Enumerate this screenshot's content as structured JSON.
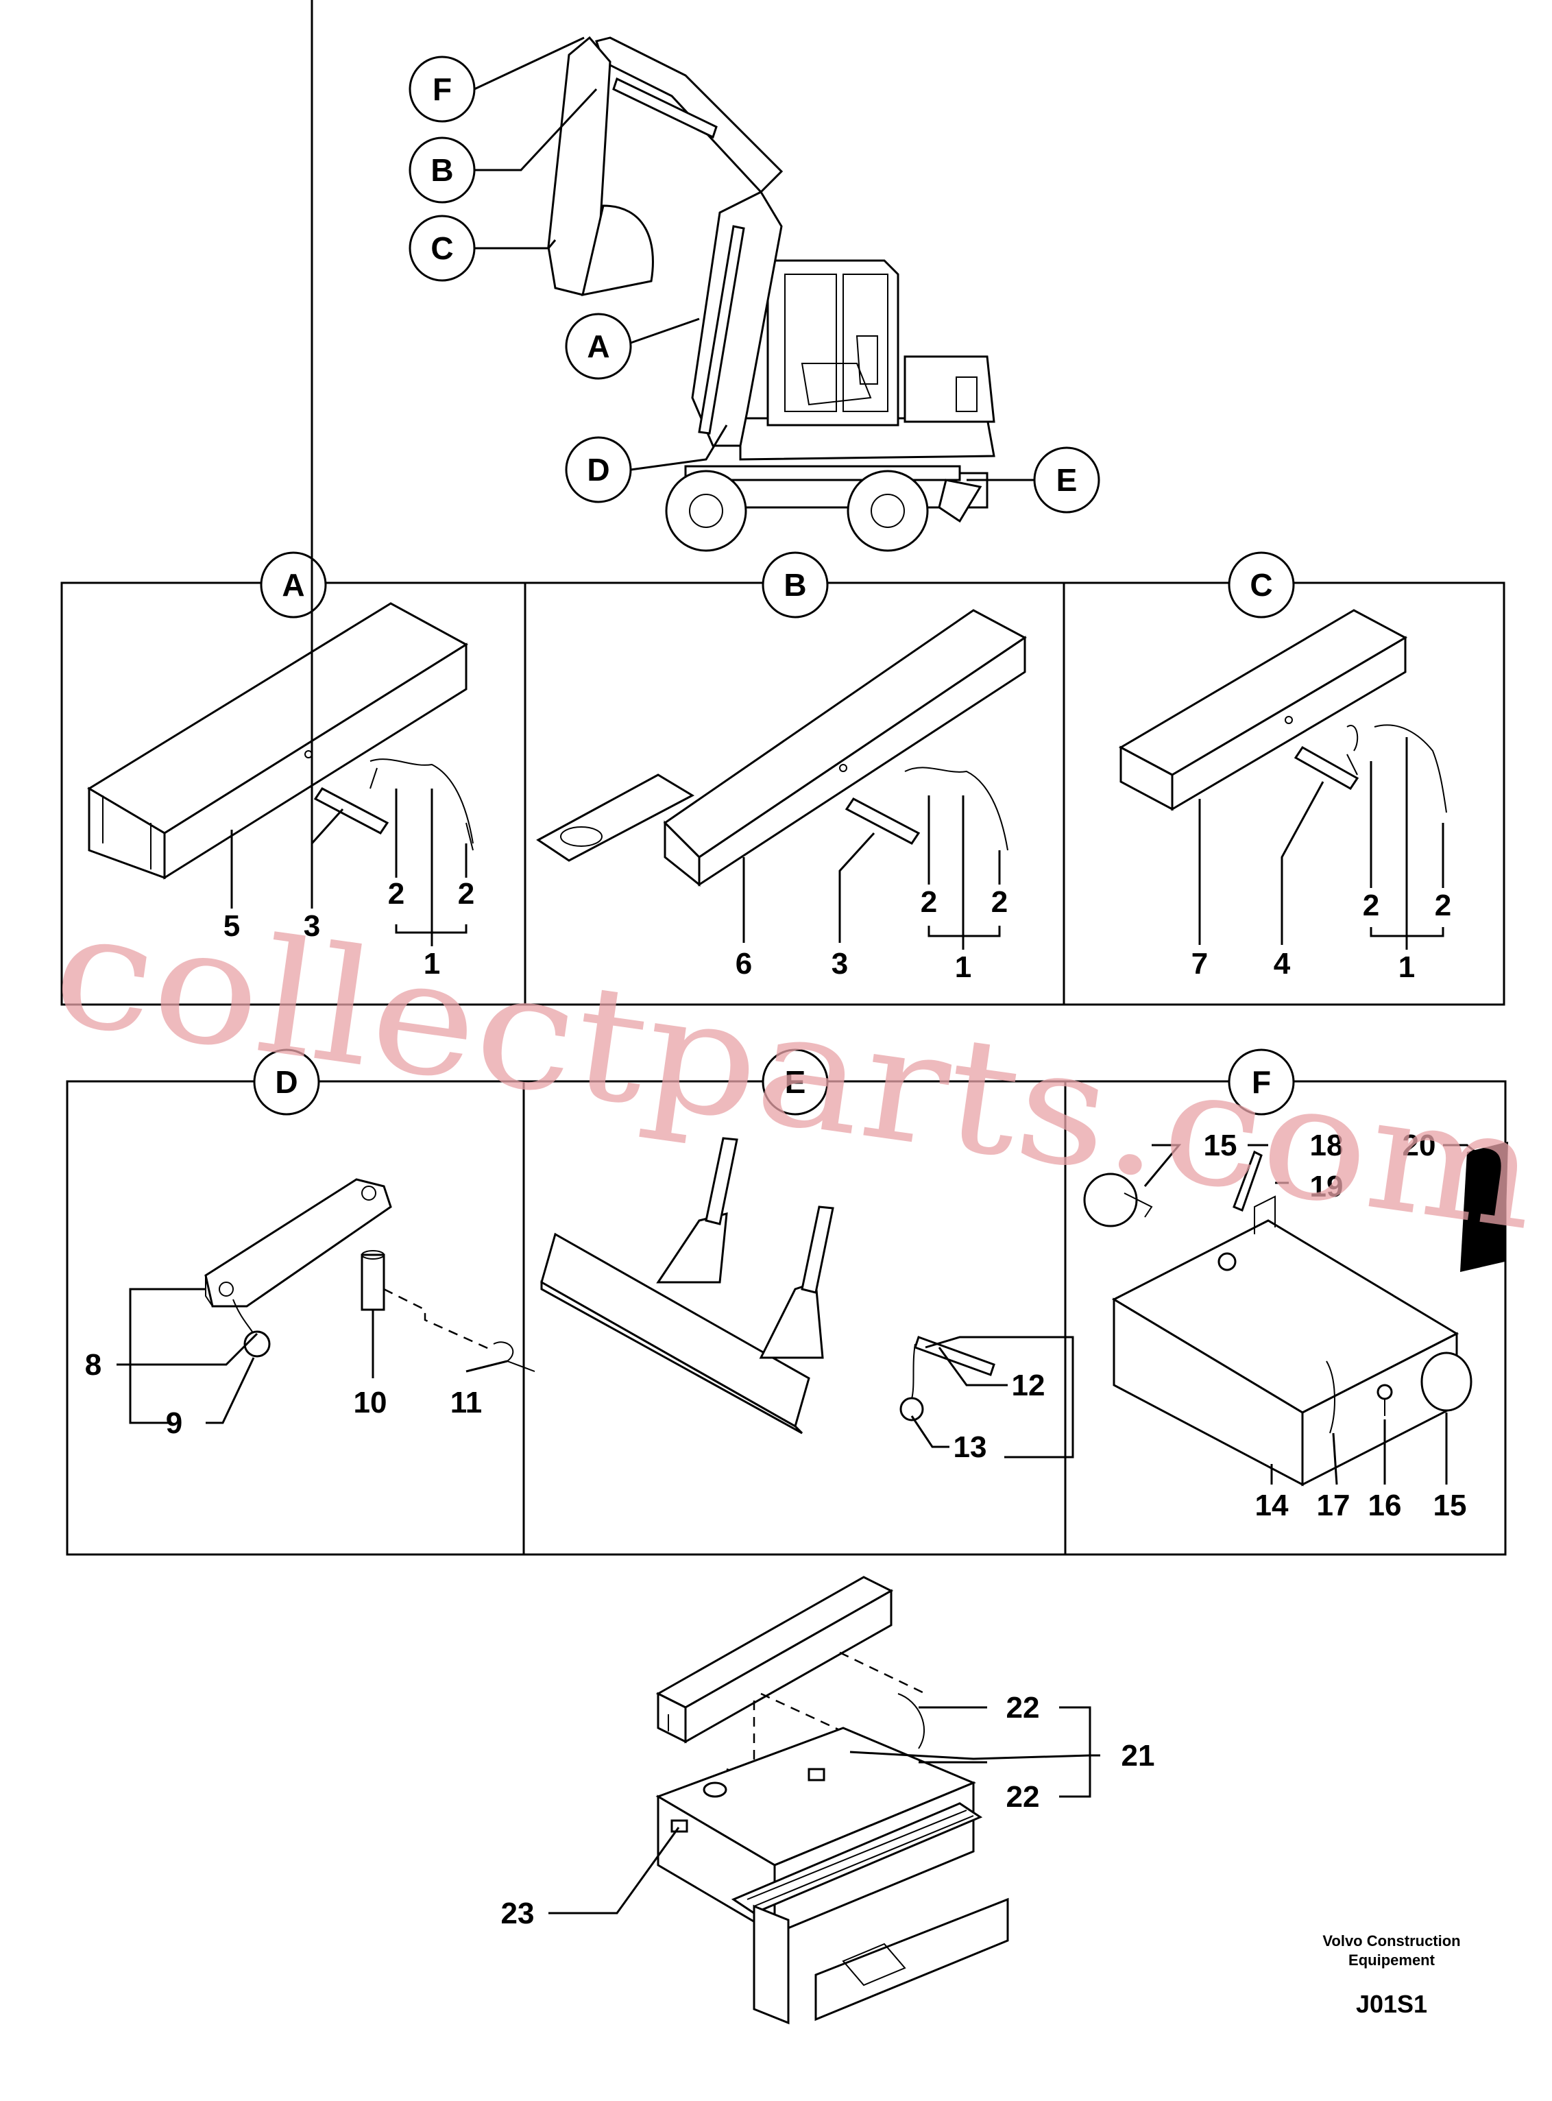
{
  "callouts": {
    "A": "A",
    "B": "B",
    "C": "C",
    "D": "D",
    "E": "E",
    "F": "F"
  },
  "panels": {
    "A": {
      "label": "A",
      "parts": [
        "5",
        "3",
        "2",
        "2",
        "1"
      ]
    },
    "B": {
      "label": "B",
      "parts": [
        "6",
        "3",
        "2",
        "2",
        "1"
      ]
    },
    "C": {
      "label": "C",
      "parts": [
        "7",
        "4",
        "2",
        "2",
        "1"
      ]
    },
    "D": {
      "label": "D",
      "parts": [
        "8",
        "9",
        "10",
        "11"
      ]
    },
    "E": {
      "label": "E",
      "parts": [
        "12",
        "13"
      ]
    },
    "F": {
      "label": "F",
      "parts": [
        "15",
        "18",
        "19",
        "20",
        "14",
        "17",
        "16",
        "15"
      ]
    }
  },
  "bottom": {
    "parts": [
      "22",
      "21",
      "22",
      "23"
    ]
  },
  "watermark": "collectparts.com",
  "footer": {
    "company_line1": "Volvo Construction",
    "company_line2": "Equipement",
    "code": "J01S1"
  }
}
